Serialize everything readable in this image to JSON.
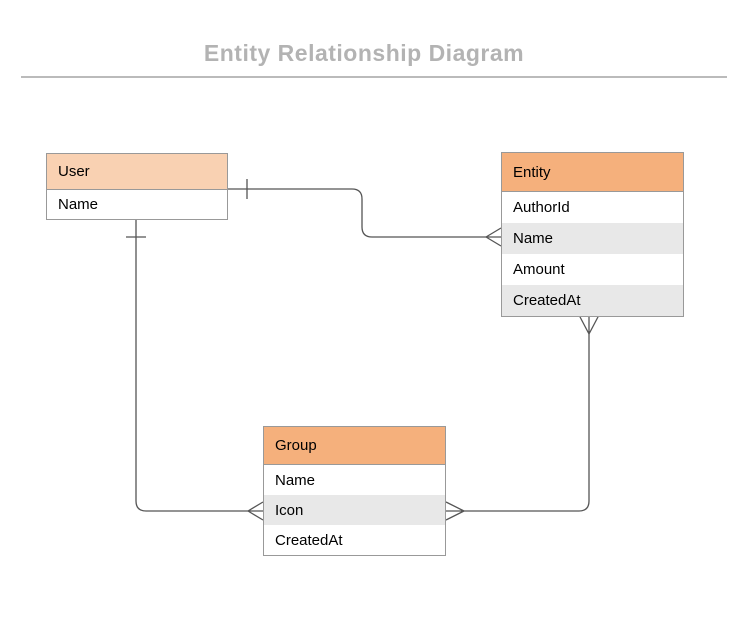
{
  "title": "Entity Relationship Diagram",
  "colors": {
    "title_text": "#b3b3b3",
    "divider": "#bbbbbb",
    "user_header_fill": "#f9d1b2",
    "entity_header_fill": "#f5b07c",
    "group_header_fill": "#f5b07c",
    "row_alt_fill": "#e8e8e8",
    "table_border": "#999999",
    "connector": "#555555"
  },
  "entities": {
    "user": {
      "name": "User",
      "fields": [
        "Name"
      ]
    },
    "entity": {
      "name": "Entity",
      "fields": [
        "AuthorId",
        "Name",
        "Amount",
        "CreatedAt"
      ]
    },
    "group": {
      "name": "Group",
      "fields": [
        "Name",
        "Icon",
        "CreatedAt"
      ]
    }
  },
  "relationships": [
    {
      "from": "User",
      "to": "Entity",
      "from_cardinality": "one",
      "to_cardinality": "many",
      "notation": "crow-foot"
    },
    {
      "from": "User",
      "to": "Group",
      "from_cardinality": "one",
      "to_cardinality": "many",
      "notation": "crow-foot"
    },
    {
      "from": "Entity",
      "to": "Group",
      "from_cardinality": "many",
      "to_cardinality": "many",
      "notation": "crow-foot"
    }
  ]
}
